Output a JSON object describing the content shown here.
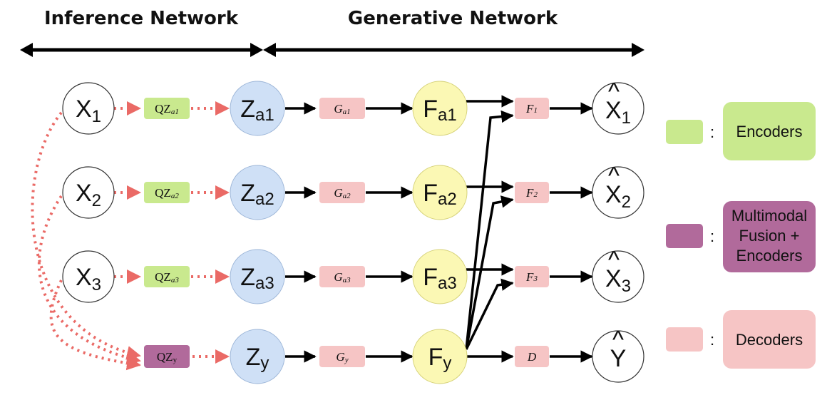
{
  "headers": {
    "inference": "Inference Network",
    "generative": "Generative Network"
  },
  "inputs": [
    {
      "base": "X",
      "sub": "1"
    },
    {
      "base": "X",
      "sub": "2"
    },
    {
      "base": "X",
      "sub": "3"
    }
  ],
  "encoders": [
    {
      "base": "QZ",
      "sub": "a1"
    },
    {
      "base": "QZ",
      "sub": "a2"
    },
    {
      "base": "QZ",
      "sub": "a3"
    }
  ],
  "fusion_encoder": {
    "base": "QZ",
    "sub": "y"
  },
  "latents": [
    {
      "base": "Z",
      "sub": "a1"
    },
    {
      "base": "Z",
      "sub": "a2"
    },
    {
      "base": "Z",
      "sub": "a3"
    },
    {
      "base": "Z",
      "sub": "y"
    }
  ],
  "generators": [
    {
      "base": "G",
      "sub": "a1"
    },
    {
      "base": "G",
      "sub": "a2"
    },
    {
      "base": "G",
      "sub": "a3"
    },
    {
      "base": "G",
      "sub": "y"
    }
  ],
  "factors": [
    {
      "base": "F",
      "sub": "a1"
    },
    {
      "base": "F",
      "sub": "a2"
    },
    {
      "base": "F",
      "sub": "a3"
    },
    {
      "base": "F",
      "sub": "y"
    }
  ],
  "decoders": [
    {
      "base": "F",
      "sub": "1"
    },
    {
      "base": "F",
      "sub": "2"
    },
    {
      "base": "F",
      "sub": "3"
    },
    {
      "base": "D",
      "sub": ""
    }
  ],
  "outputs": [
    {
      "base": "X",
      "sub": "1",
      "hat": "^"
    },
    {
      "base": "X",
      "sub": "2",
      "hat": "^"
    },
    {
      "base": "X",
      "sub": "3",
      "hat": "^"
    },
    {
      "base": "Y",
      "sub": "",
      "hat": "^"
    }
  ],
  "legend": [
    {
      "label_lines": [
        "Encoders"
      ],
      "color": "#c9e98e",
      "colon": ":"
    },
    {
      "label_lines": [
        "Multimodal",
        "Fusion +",
        "Encoders"
      ],
      "color": "#b16a9b",
      "colon": ":"
    },
    {
      "label_lines": [
        "Decoders"
      ],
      "color": "#f6c5c5",
      "colon": ":"
    }
  ],
  "colors": {
    "encoder": "#c9e98e",
    "fusion": "#b16a9b",
    "decoder": "#f6c5c5",
    "latent": "#cfe0f6",
    "factor": "#fbf8b4",
    "dotted_arrow": "#ea6a66",
    "solid_arrow": "#000000"
  }
}
